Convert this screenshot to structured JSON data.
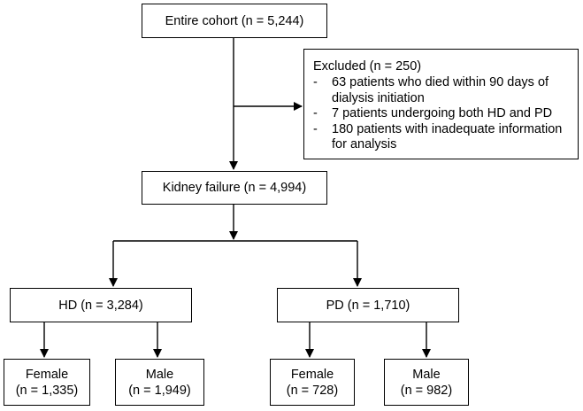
{
  "flowchart": {
    "entire_cohort": "Entire cohort (n = 5,244)",
    "excluded": {
      "title": "Excluded  (n = 250)",
      "items": [
        "63 patients who died within 90 days of dialysis initiation",
        "7 patients undergoing both HD and PD",
        "180 patients with inadequate information for analysis"
      ]
    },
    "kidney_failure": "Kidney failure (n = 4,994)",
    "hd": "HD (n = 3,284)",
    "pd": "PD (n = 1,710)",
    "hd_female": {
      "label": "Female",
      "count": "(n = 1,335)"
    },
    "hd_male": {
      "label": "Male",
      "count": "(n = 1,949)"
    },
    "pd_female": {
      "label": "Female",
      "count": "(n = 728)"
    },
    "pd_male": {
      "label": "Male",
      "count": "(n = 982)"
    }
  }
}
